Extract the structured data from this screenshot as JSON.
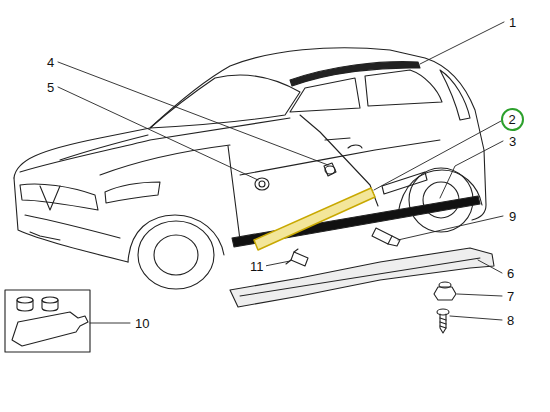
{
  "diagram": {
    "nodes": [
      {
        "text": [
          "2"
        ]
      }
    ],
    "labels": [
      "1",
      "4",
      "5",
      "3",
      "9",
      "11",
      "6",
      "7",
      "8",
      "10"
    ]
  }
}
